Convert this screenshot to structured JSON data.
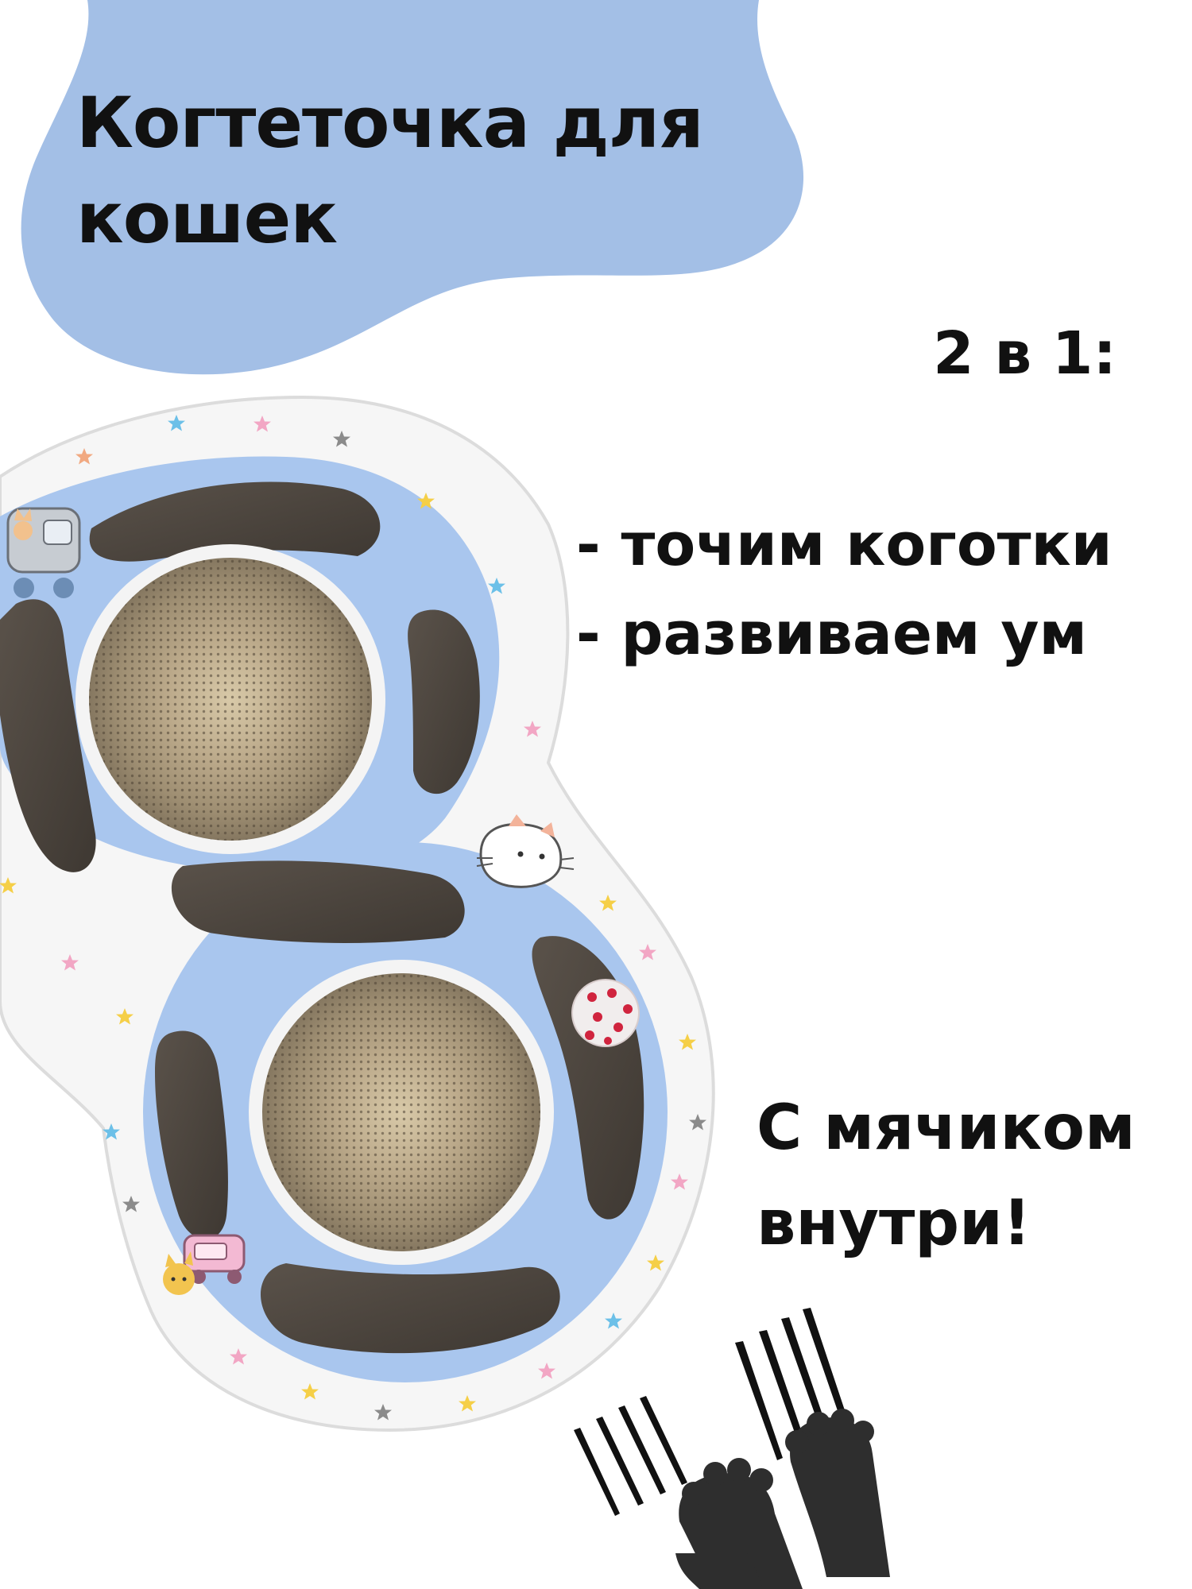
{
  "title": "Когтеточка для кошек",
  "badge": "2 в 1:",
  "features": [
    "- точим коготки",
    "- развиваем ум"
  ],
  "ball_note": "С мячиком внутри!",
  "colors": {
    "title_blob": "#a3bfe6",
    "product_blue": "#a9c6ee",
    "product_white": "#f7f7f7",
    "cardboard": "#b9a98c",
    "slot_dark": "#4a433c",
    "text": "#111111",
    "paw": "#2e2e2e"
  },
  "icons": [
    "star-icon",
    "cat-face-icon",
    "toy-car-icon",
    "ball-icon",
    "paw-icon",
    "claw-scratch-icon"
  ]
}
